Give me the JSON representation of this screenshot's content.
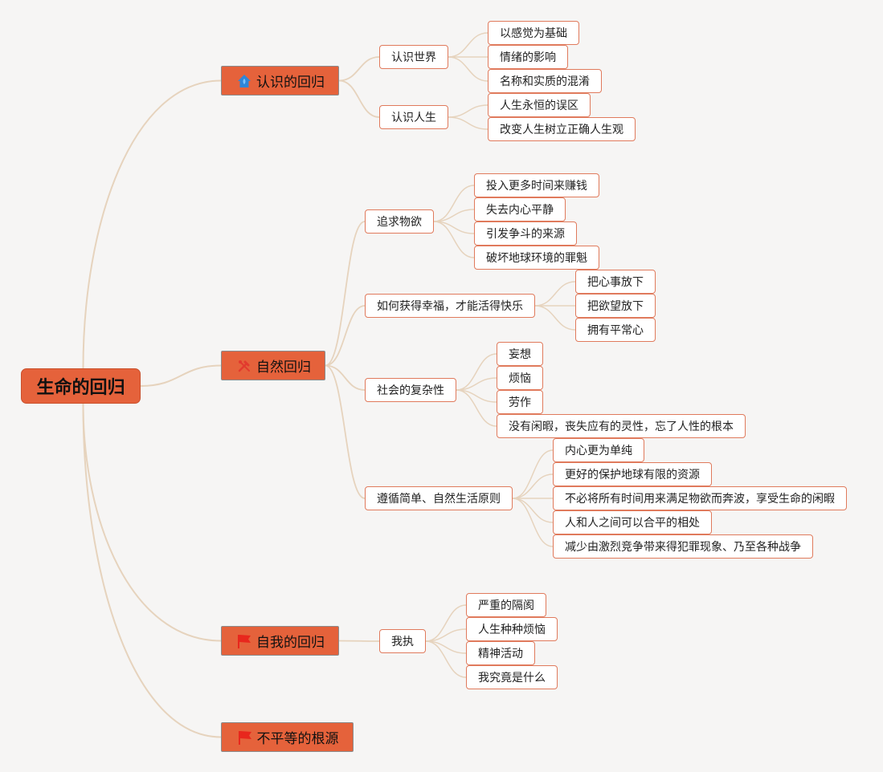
{
  "root": {
    "label": "生命的回归"
  },
  "colors": {
    "accent": "#e5623b",
    "leaf_border": "#e07a5c",
    "link": "#e6d3bd",
    "background": "#f6f5f4"
  },
  "branches": [
    {
      "label": "认识的回归",
      "icon": "house-icon",
      "children": [
        {
          "label": "认识世界",
          "children": [
            "以感觉为基础",
            "情绪的影响",
            "名称和实质的混淆"
          ]
        },
        {
          "label": "认识人生",
          "children": [
            "人生永恒的误区",
            "改变人生树立正确人生观"
          ]
        }
      ]
    },
    {
      "label": "自然回归",
      "icon": "tools-icon",
      "children": [
        {
          "label": "追求物欲",
          "children": [
            "投入更多时间来赚钱",
            "失去内心平静",
            "引发争斗的来源",
            "破坏地球环境的罪魁"
          ]
        },
        {
          "label": "如何获得幸福，才能活得快乐",
          "children": [
            "把心事放下",
            "把欲望放下",
            "拥有平常心"
          ]
        },
        {
          "label": "社会的复杂性",
          "children": [
            "妄想",
            "烦恼",
            "劳作",
            "没有闲暇，丧失应有的灵性，忘了人性的根本"
          ]
        },
        {
          "label": "遵循简单、自然生活原则",
          "children": [
            "内心更为单纯",
            "更好的保护地球有限的资源",
            "不必将所有时间用来满足物欲而奔波，享受生命的闲暇",
            "人和人之间可以合平的相处",
            "减少由激烈竞争带来得犯罪现象、乃至各种战争"
          ]
        }
      ]
    },
    {
      "label": "自我的回归",
      "icon": "red-flag-icon",
      "children": [
        {
          "label": "我执",
          "children": [
            "严重的隔阂",
            "人生种种烦恼",
            "精神活动",
            "我究竟是什么"
          ]
        }
      ]
    },
    {
      "label": "不平等的根源",
      "icon": "red-flag-icon",
      "children": []
    }
  ]
}
